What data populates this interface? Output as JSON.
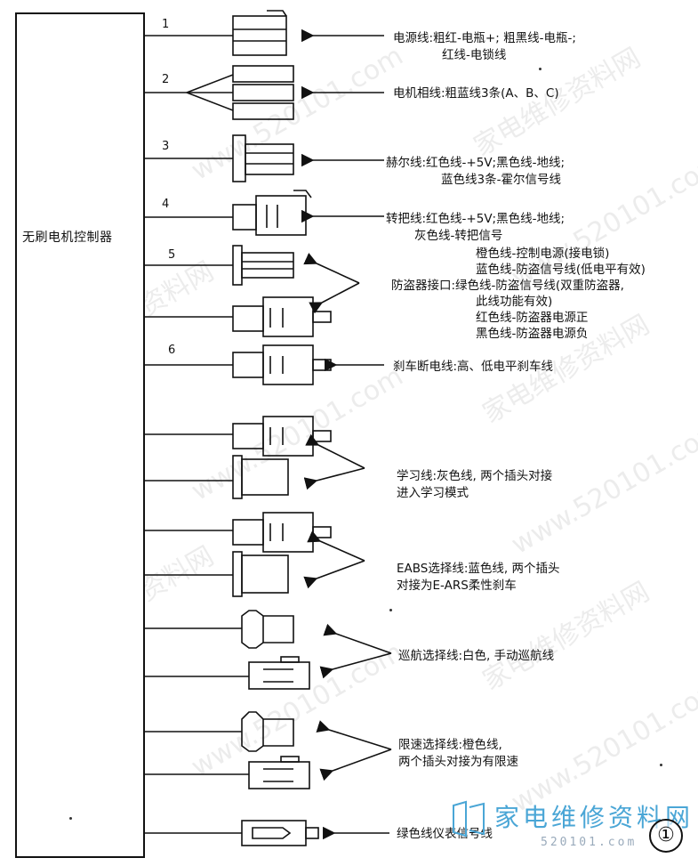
{
  "controller": {
    "label": "无刷电机控制器"
  },
  "groups": [
    {
      "number": "1",
      "lines": [
        "电源线:粗红-电瓶+; 粗黑线-电瓶-;",
        "红线-电锁线"
      ]
    },
    {
      "number": "2",
      "lines": [
        "电机相线:粗蓝线3条(A、B、C)"
      ]
    },
    {
      "number": "3",
      "lines": [
        "赫尔线:红色线-+5V;黑色线-地线;",
        "蓝色线3条-霍尔信号线"
      ]
    },
    {
      "number": "4",
      "lines": [
        "转把线:红色线-+5V;黑色线-地线;",
        "灰色线-转把信号"
      ]
    },
    {
      "number": "5",
      "lines": [
        "橙色线-控制电源(接电锁)",
        "蓝色线-防盗信号线(低电平有效)",
        "防盗器接口:绿色线-防盗信号线(双重防盗器,",
        "此线功能有效)",
        "红色线-防盗器电源正",
        "黑色线-防盗器电源负"
      ]
    },
    {
      "number": "6",
      "lines": [
        "刹车断电线:高、低电平刹车线"
      ]
    },
    {
      "number": "",
      "lines": [
        "学习线:灰色线, 两个插头对接",
        "进入学习模式"
      ]
    },
    {
      "number": "",
      "lines": [
        "EABS选择线:蓝色线, 两个插头",
        "对接为E-ARS柔性刹车"
      ]
    },
    {
      "number": "",
      "lines": [
        "巡航选择线:白色, 手动巡航线"
      ]
    },
    {
      "number": "",
      "lines": [
        "限速选择线:橙色线,",
        "两个插头对接为有限速"
      ]
    },
    {
      "number": "",
      "lines": [
        "绿色线仪表信号线"
      ]
    }
  ],
  "watermark": {
    "cn": "家电维修资料网",
    "url": "www.520101.com"
  },
  "logo": {
    "text": "家电维修资料网",
    "url": "520101.com"
  },
  "figure_number": "①"
}
